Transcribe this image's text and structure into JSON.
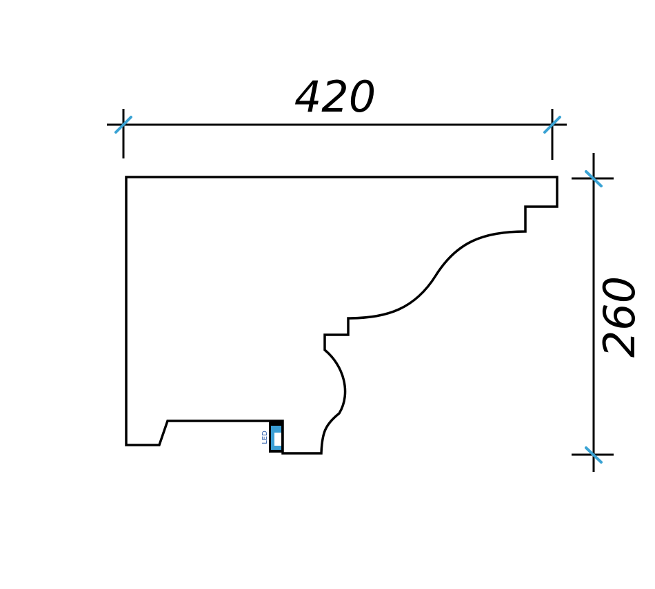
{
  "dimensions": {
    "width": "420",
    "height": "260"
  },
  "led_label": "LED",
  "colors": {
    "line": "#000000",
    "tick": "#3aa3d4",
    "led": "#3b9ed4"
  }
}
